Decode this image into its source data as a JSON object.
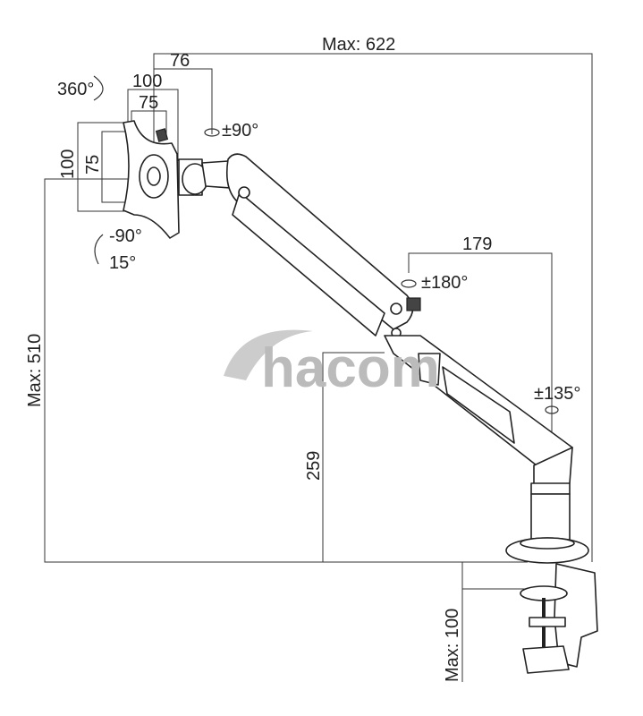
{
  "dimensions": {
    "max_width": "Max: 622",
    "offset_76": "76",
    "vesa_h_100": "100",
    "vesa_h_75": "75",
    "vesa_v_100": "100",
    "vesa_v_75": "75",
    "max_height": "Max: 510",
    "min_height": "259",
    "arm_179": "179",
    "clamp_max": "Max: 100"
  },
  "rotations": {
    "plate_rotation": "360°",
    "head_swivel": "±90°",
    "tilt_down": "-90°",
    "tilt_up": "15°",
    "elbow_swivel": "±180°",
    "base_swivel": "±135°"
  },
  "watermark": "hacom"
}
